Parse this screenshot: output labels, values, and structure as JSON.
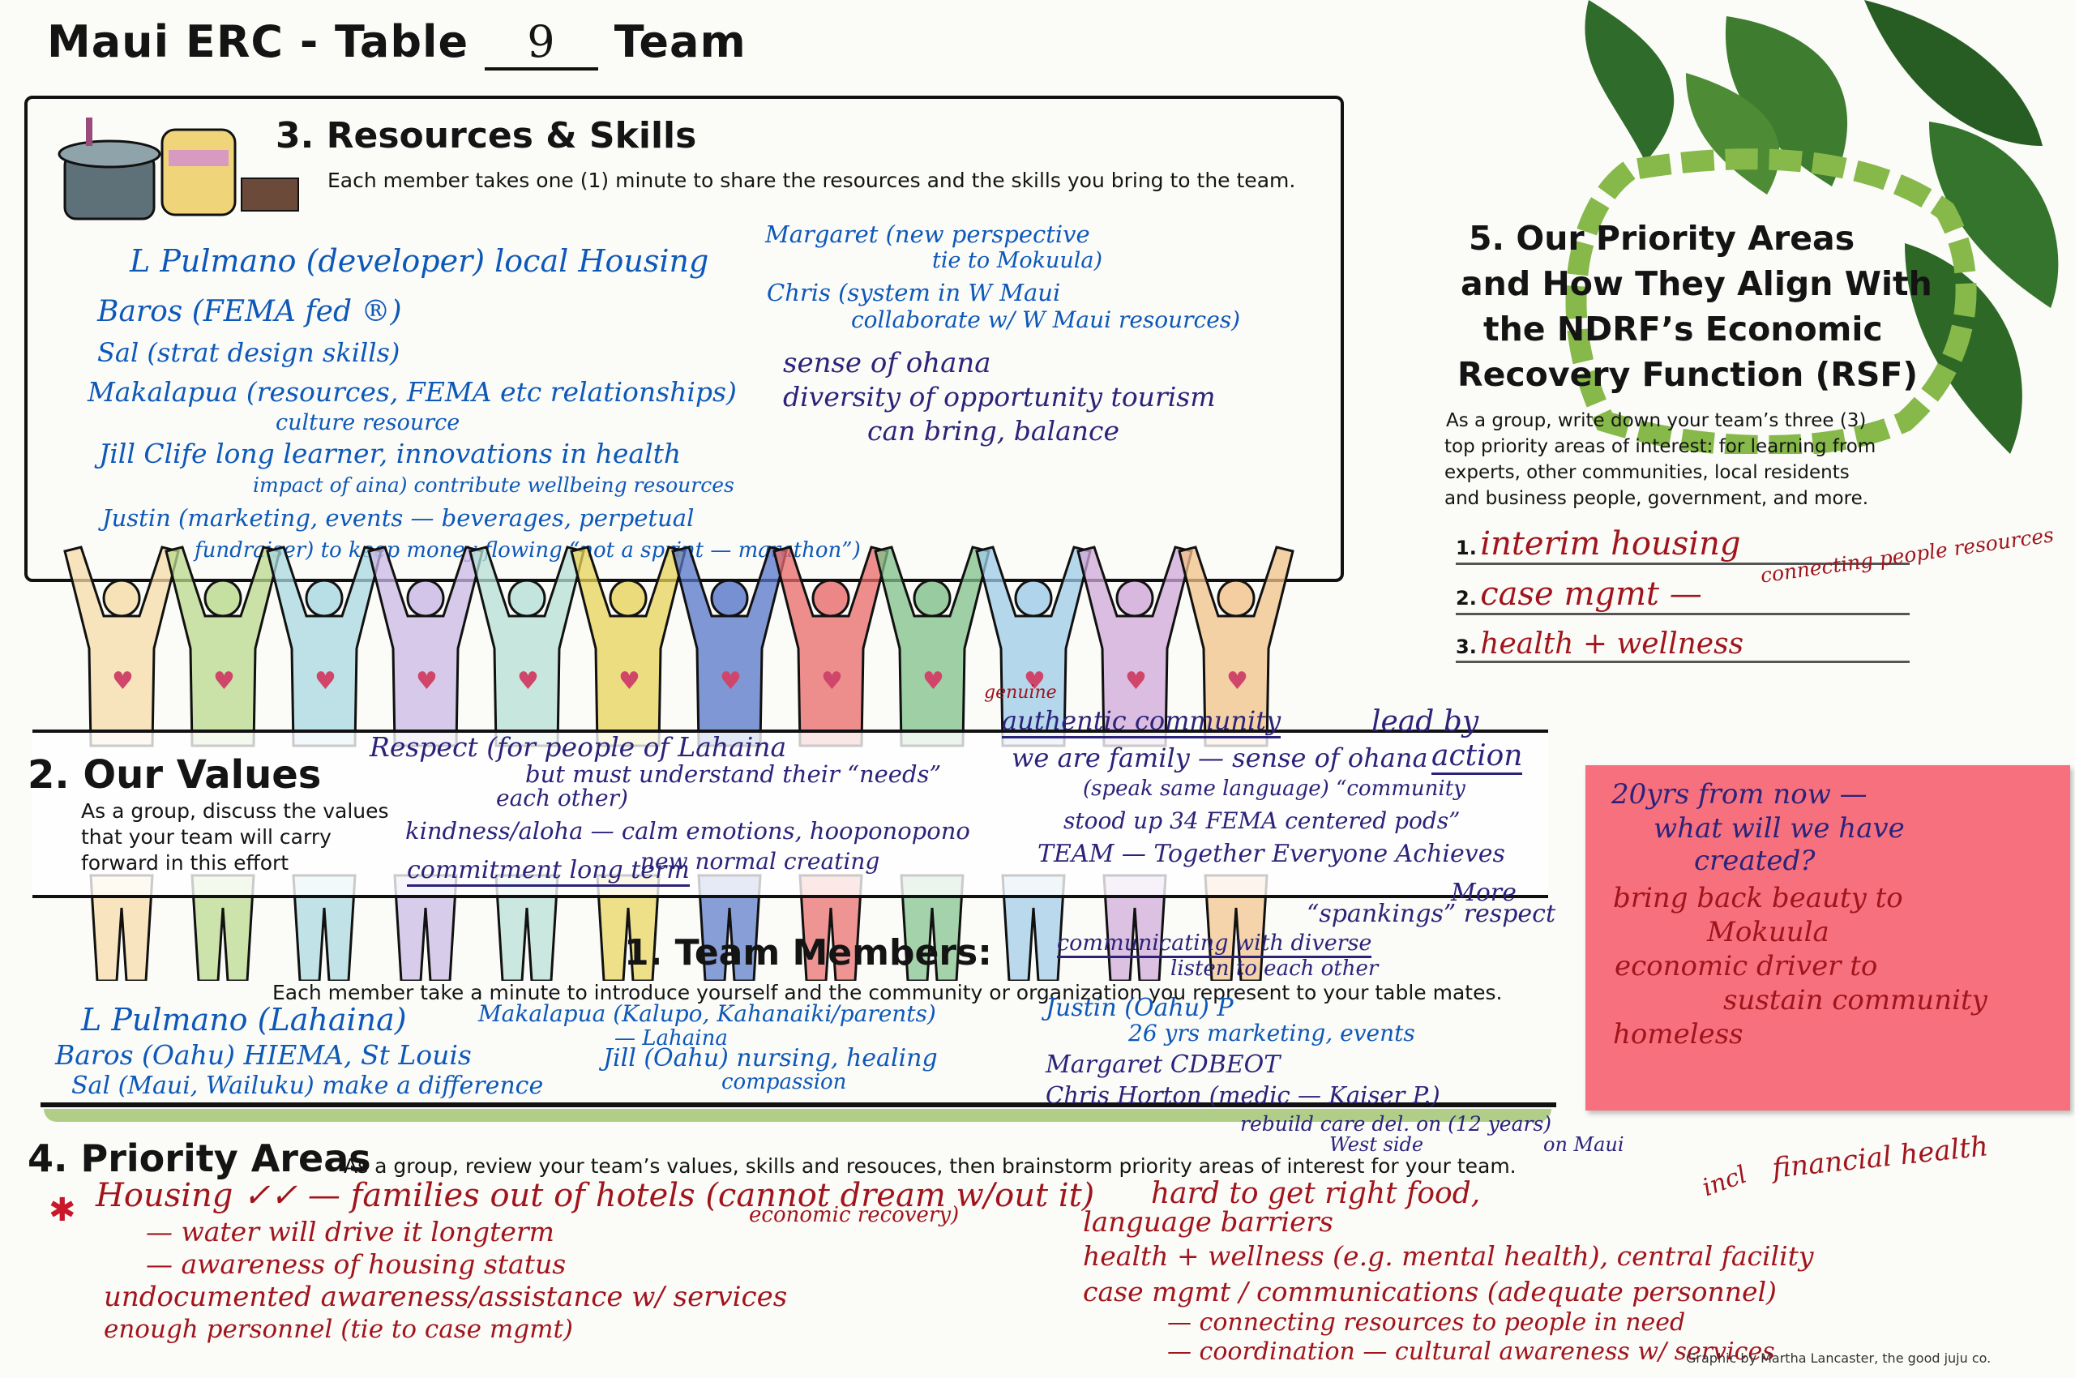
{
  "header": {
    "title_prefix": "Maui ERC - Table",
    "table_number": "9",
    "title_suffix": "Team"
  },
  "resources": {
    "heading": "3. Resources & Skills",
    "instructions": "Each member takes one (1) minute to share the resources and the skills you bring to the team.",
    "left_notes": [
      "L Pulmano (developer) local Housing",
      "Baros (FEMA fed ®)",
      "Sal (strat design skills)",
      "Makalapua (resources, FEMA etc relationships)",
      "culture resource",
      "Jill Clife long learner, innovations in health",
      "impact of aina) contribute wellbeing resources",
      "Justin (marketing, events — beverages, perpetual",
      "fundraiser) to keep money flowing “not a sprint — marathon”)"
    ],
    "right_notes": [
      "Margaret (new perspective",
      "tie to Mokuula)",
      "Chris (system in W Maui",
      "collaborate w/ W Maui resources)",
      "sense of ohana",
      "diversity of opportunity tourism",
      "can bring, balance"
    ]
  },
  "values": {
    "heading": "2. Our Values",
    "instructions": [
      "As a group, discuss the values",
      "that your team will carry",
      "forward in this effort"
    ],
    "left_notes": [
      "Respect (for people of Lahaina",
      "but must understand their “needs”",
      "each other)",
      "kindness/aloha — calm emotions, hooponopono",
      "new normal creating",
      "commitment long term"
    ],
    "right_notes": [
      "genuine",
      "authentic community",
      "we are family — sense of ohana",
      "(speak same language) “community",
      "stood up 34 FEMA centered pods”",
      "TEAM — Together Everyone Achieves",
      "More",
      "“spankings” respect",
      "communicating with diverse",
      "listen to each other",
      "lead by",
      "action"
    ]
  },
  "members": {
    "heading": "1. Team Members:",
    "instructions": "Each member take a minute to introduce yourself and the community or organization you represent to your table mates.",
    "notes": [
      "L Pulmano (Lahaina)",
      "Baros (Oahu) HIEMA, St Louis",
      "Sal (Maui, Wailuku) make a difference",
      "Makalapua (Kalupo, Kahanaiki/parents)",
      "— Lahaina",
      "Jill (Oahu) nursing, healing",
      "compassion",
      "Justin (Oahu) P",
      "26 yrs marketing, events",
      "Margaret CDBEOT",
      "Chris Horton (medic — Kaiser P.)",
      "rebuild care del. on (12 years)",
      "West side",
      "on Maui"
    ]
  },
  "priority_rsf": {
    "heading_lines": [
      "5. Our Priority Areas",
      "and How They Align With",
      "the NDRF’s Economic",
      "Recovery Function (RSF)"
    ],
    "instructions": [
      "As a group, write down your team’s three (3)",
      "top priority areas of interest: for learning from",
      "experts, other communities, local residents",
      "and business people, government, and more."
    ],
    "items": [
      {
        "num": "1.",
        "text": "interim housing",
        "note": ""
      },
      {
        "num": "2.",
        "text": "case mgmt —",
        "note": "connecting people resources"
      },
      {
        "num": "3.",
        "text": "health + wellness",
        "note": ""
      }
    ]
  },
  "sticky": {
    "lines": [
      "20yrs from now —",
      "what will we have",
      "created?",
      "bring back beauty to",
      "Mokuula",
      "economic driver to",
      "sustain community",
      "homeless"
    ]
  },
  "priority_areas": {
    "heading": "4. Priority Areas",
    "instructions": "As a group, review your team’s values, skills and resouces, then brainstorm priority areas of interest for your team.",
    "left_notes": [
      "Housing ✓✓ — families out of hotels (cannot dream w/out it)",
      "economic recovery)",
      "— water will drive it longterm",
      "— awareness of housing status",
      "undocumented awareness/assistance w/ services",
      "enough personnel (tie to case mgmt)"
    ],
    "right_notes": [
      "hard to get right food,",
      "language barriers",
      "health + wellness (e.g. mental health), central facility",
      "case mgmt / communications (adequate personnel)",
      "— connecting resources to people in need",
      "— coordination  — cultural awareness w/ services",
      "incl",
      "financial health"
    ]
  },
  "credit": "Graphic by Martha Lancaster, the good juju co.",
  "colors": {
    "blue_ink": "#0d58b8",
    "navy_ink": "#2b2379",
    "red_ink": "#a0151c",
    "sticky_note": "#f7707e",
    "wreath_green": "#7fb23a"
  }
}
